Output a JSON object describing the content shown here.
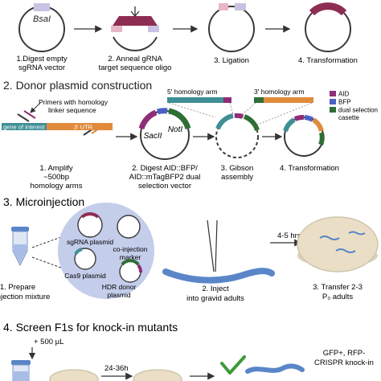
{
  "section1": {
    "bsai_label": "BsaI",
    "steps": [
      {
        "line1": "1.Digest empty",
        "line2": "sgRNA vector"
      },
      {
        "line1": "2. Anneal gRNA",
        "line2": "target sequence oligo"
      },
      {
        "line1": "3. Ligation",
        "line2": ""
      },
      {
        "line1": "4. Transformation",
        "line2": ""
      }
    ]
  },
  "section2": {
    "title": "2. Donor plasmid construction",
    "primers_line1": "Primers with homology",
    "primers_line2": "linker sequence",
    "gene_label": "gene of interest",
    "utr_label": "3' UTR",
    "sacii_label": "SacII",
    "noti_label": "NotI",
    "arm5_label": "5' homology arm",
    "arm3_label": "3' homology arm",
    "legend": [
      {
        "label": "AID",
        "color": "#8e2d78"
      },
      {
        "label": "BFP",
        "color": "#4b5fc4"
      },
      {
        "label": "dual selection",
        "color": "#2f6e35"
      },
      {
        "label": "casette",
        "color": ""
      }
    ],
    "steps": [
      {
        "line1": "1. Amplify",
        "line2": "~500bp",
        "line3": "homology arms"
      },
      {
        "line1": "2. Digest AID::BFP/",
        "line2": "AID::mTagBFP2 dual",
        "line3": "selection vector"
      },
      {
        "line1": "3. Gibson",
        "line2": "assembly",
        "line3": ""
      },
      {
        "line1": "4. Transformation",
        "line2": "",
        "line3": ""
      }
    ]
  },
  "section3": {
    "title": "3. Microinjection",
    "plasmids": {
      "sgrna": "sgRNA plasmid",
      "coinj_line1": "co-injection",
      "coinj_line2": "marker",
      "cas9": "Cas9 plasmid",
      "hdr_line1": "HDR donor",
      "hdr_line2": "plasmid"
    },
    "time_label": "4-5 hrs",
    "steps": [
      {
        "line1": "1. Prepare",
        "line2": "injection mixture"
      },
      {
        "line1": "2. Inject",
        "line2": "into gravid adults"
      },
      {
        "line1": "3. Transfer 2-3",
        "line2": "P₀ adults"
      }
    ]
  },
  "section4": {
    "title": "4. Screen F1s for knock-in mutants",
    "volume_label": "+ 500 µL",
    "time_label": "24-36h",
    "result_line1": "GFP+, RFP-",
    "result_line2": "CRISPR knock-in"
  },
  "colors": {
    "plasmid_ring": "#3a3a3a",
    "insert_maroon": "#8e2d52",
    "pink_cut": "#e7b7c7",
    "lavender": "#c9c2e3",
    "worm_blue": "#5a86c8",
    "check_green": "#3f9a3a",
    "plate_beige": "#eadfc6",
    "arm_teal": "#3f8f96",
    "arm_orange": "#e08b3c",
    "bubble": "#c4cdea"
  }
}
